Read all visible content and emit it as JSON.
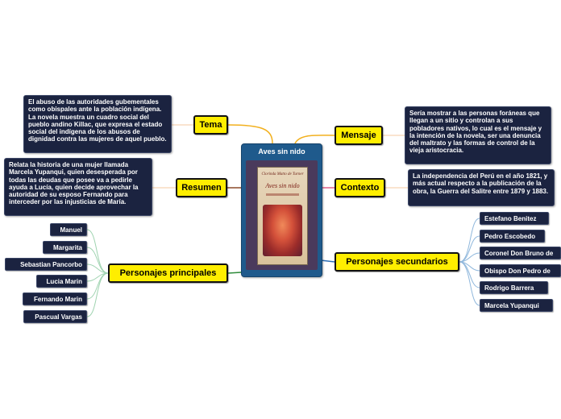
{
  "central": {
    "title": "Aves sin nido",
    "book_cover": {
      "author": "Clorinda Matto de Turner",
      "title": "Aves sin nido"
    }
  },
  "topics": {
    "tema": {
      "label": "Tema",
      "note": "El abuso de las autoridades gubementales como obispales ante la población indígena. La novela muestra un cuadro social del pueblo andino Killac, que expresa el estado social del indígena de los abusos de dignidad contra las mujeres de aquel pueblo."
    },
    "resumen": {
      "label": "Resumen",
      "note": "Relata la historia de una mujer llamada Marcela Yupanqui, quien desesperada por todas las deudas que posee va a pedirle ayuda a Lucía, quien decide aprovechar la autoridad de su esposo Fernando para interceder por las injusticias de María."
    },
    "mensaje": {
      "label": "Mensaje",
      "note": "Sería mostrar a las personas foráneas que llegan  a un sitio y controlan a sus pobladores nativos, lo cual es el mensaje y la intención de la novela, ser una denuncia del maltrato y las formas de control de la vieja aristocracia."
    },
    "contexto": {
      "label": "Contexto",
      "note": "La independencia del Perú en el año 1821, y más actual respecto a la publicación de la obra, la Guerra del Salitre entre 1879 y 1883."
    },
    "principales": {
      "label": "Personajes principales",
      "items": [
        "Manuel",
        "Margarita",
        "Sebastian Pancorbo",
        "Lucia Marin",
        "Fernando Marin",
        "Pascual Vargas"
      ]
    },
    "secundarios": {
      "label": "Personajes secundarios",
      "items": [
        "Estefano Benitez",
        "Pedro Escobedo",
        "Coronel Don Bruno de",
        "Obispo Don Pedro de",
        "Rodrigo Barrera",
        "Marcela Yupanqui"
      ]
    }
  },
  "colors": {
    "topic_fill": "#ffee00",
    "note_fill": "#1b2340",
    "central_fill": "#1f5a8c",
    "link_tema": "#f2b01e",
    "link_mensaje": "#f2b01e",
    "link_resumen": "#8b4a2b",
    "link_contexto": "#e0608a",
    "link_principales": "#2e8b3a",
    "link_secundarios": "#2e6fb5",
    "sublink_principales": "#9fd3b0",
    "sublink_secundarios": "#8fb7dc",
    "note_link": "#f4c9a0"
  }
}
